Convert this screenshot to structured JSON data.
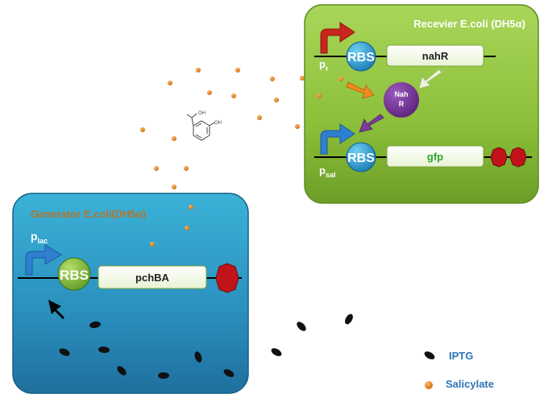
{
  "receiver": {
    "title": "Recevier E.coli (DH5α)",
    "promoter_r_main": "p",
    "promoter_r_sub": "r",
    "rbs_top": "RBS",
    "gene_top": "nahR",
    "protein_line1": "Nah",
    "protein_line2": "R",
    "promoter_sal_main": "p",
    "promoter_sal_sub": "sal",
    "rbs_bottom": "RBS",
    "gene_bottom": "gfp"
  },
  "generator": {
    "title": "Generator E.coli(DH5α)",
    "promoter_main": "p",
    "promoter_sub": "lac",
    "rbs": "RBS",
    "gene": "pchBA"
  },
  "molecule": {
    "oh_top": "OH",
    "oh_side": "OH"
  },
  "legend": {
    "iptg_label": "IPTG",
    "salicylate_label": "Salicylate"
  },
  "colors": {
    "receiver_fill": "#8cbf3a",
    "generator_fill": "#2a9cc4",
    "rbs_fill": "#2aa3d6",
    "rbs_generator_fill": "#7fb83a",
    "terminator": "#c0141a",
    "salicylate": "#e08a22",
    "iptg": "#111111",
    "nahr_protein": "#6a2a86",
    "legend_text": "#2e75b6"
  }
}
